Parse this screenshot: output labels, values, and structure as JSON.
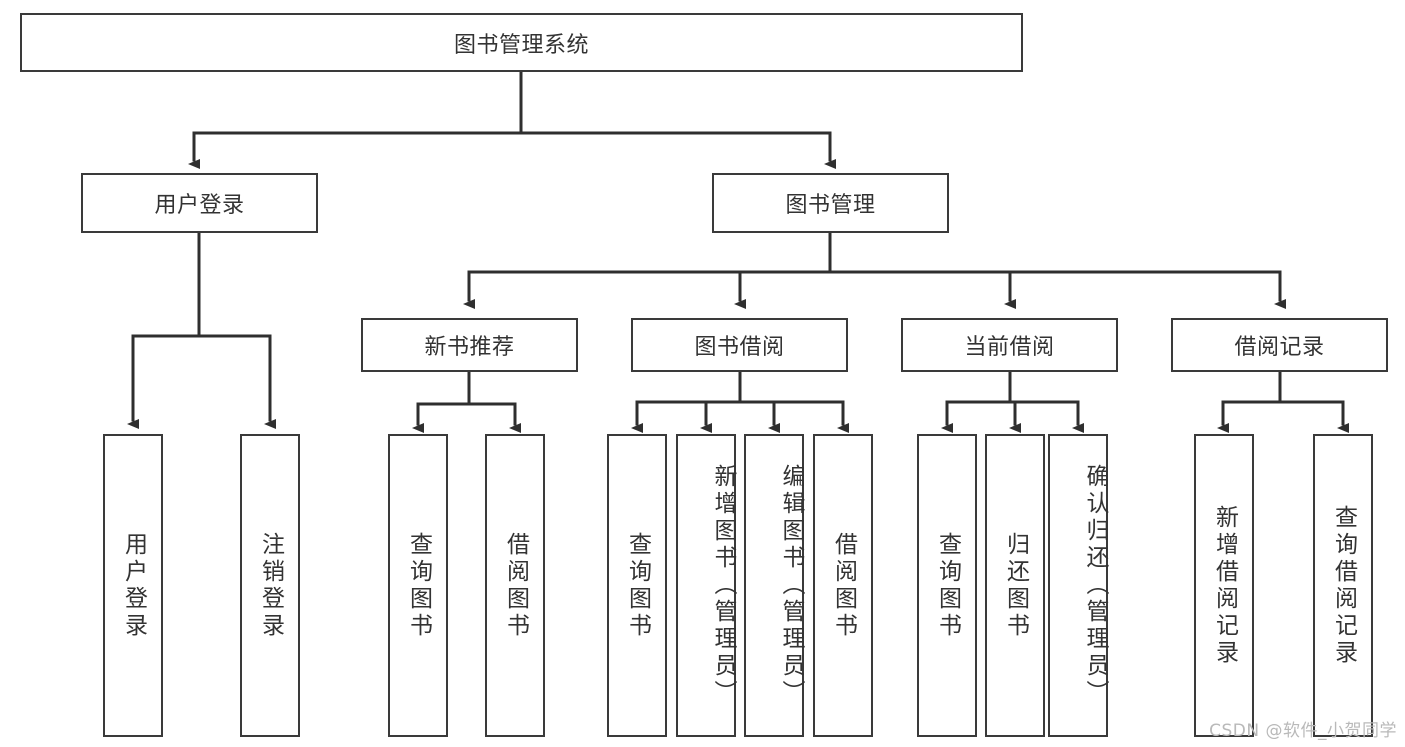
{
  "diagram": {
    "title": "图书管理系统",
    "type": "tree",
    "watermark": "CSDN @软件_小贺同学",
    "colors": {
      "box_border": "#3a3a3a",
      "box_fill": "#ffffff",
      "text": "#333333",
      "edge": "#2f2f2f",
      "watermark": "#b9b9b9",
      "background": "#ffffff"
    },
    "root": {
      "label": "图书管理系统"
    },
    "level1": [
      {
        "id": "user-login",
        "label": "用户登录"
      },
      {
        "id": "book-manage",
        "label": "图书管理"
      }
    ],
    "level2": [
      {
        "id": "new-book-recommend",
        "label": "新书推荐",
        "parent": "book-manage"
      },
      {
        "id": "book-borrow",
        "label": "图书借阅",
        "parent": "book-manage"
      },
      {
        "id": "current-borrow",
        "label": "当前借阅",
        "parent": "book-manage"
      },
      {
        "id": "borrow-record",
        "label": "借阅记录",
        "parent": "book-manage"
      }
    ],
    "leaves": [
      {
        "id": "leaf-user-login",
        "label": "用户登录",
        "parent": "user-login"
      },
      {
        "id": "leaf-user-logout",
        "label": "注销登录",
        "parent": "user-login"
      },
      {
        "id": "leaf-query-book-1",
        "label": "查询图书",
        "parent": "new-book-recommend"
      },
      {
        "id": "leaf-borrow-book-1",
        "label": "借阅图书",
        "parent": "new-book-recommend"
      },
      {
        "id": "leaf-query-book-2",
        "label": "查询图书",
        "parent": "book-borrow"
      },
      {
        "id": "leaf-add-book",
        "label": "新增图书（管理员）",
        "parent": "book-borrow"
      },
      {
        "id": "leaf-edit-book",
        "label": "编辑图书（管理员）",
        "parent": "book-borrow"
      },
      {
        "id": "leaf-borrow-book-2",
        "label": "借阅图书",
        "parent": "book-borrow"
      },
      {
        "id": "leaf-query-book-3",
        "label": "查询图书",
        "parent": "current-borrow"
      },
      {
        "id": "leaf-return-book",
        "label": "归还图书",
        "parent": "current-borrow"
      },
      {
        "id": "leaf-confirm-return",
        "label": "确认归还（管理员）",
        "parent": "current-borrow"
      },
      {
        "id": "leaf-add-record",
        "label": "新增借阅记录",
        "parent": "borrow-record"
      },
      {
        "id": "leaf-query-record",
        "label": "查询借阅记录",
        "parent": "borrow-record"
      }
    ]
  }
}
